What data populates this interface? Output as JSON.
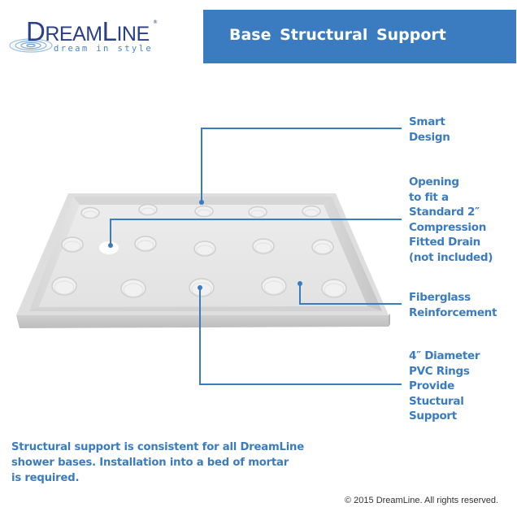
{
  "brand": {
    "name_parts": [
      "D",
      "REAM",
      "L",
      "INE"
    ],
    "registered_mark": "®",
    "tagline": "dream in style"
  },
  "banner": {
    "title": "Base Structural Support",
    "color": "#3b7bbf"
  },
  "callouts": [
    {
      "id": "smart-design",
      "lines": [
        "Smart",
        "Design"
      ]
    },
    {
      "id": "drain-opening",
      "lines": [
        "Opening",
        "to fit a",
        "Standard 2″",
        "Compression",
        "Fitted Drain",
        "(not included)"
      ]
    },
    {
      "id": "fiberglass",
      "lines": [
        "Fiberglass",
        "Reinforcement"
      ]
    },
    {
      "id": "pvc-rings",
      "lines": [
        "4″ Diameter",
        "PVC Rings",
        "Provide",
        "Stuctural",
        "Support"
      ]
    }
  ],
  "note": {
    "lines": [
      "Structural support is consistent for all DreamLine",
      "shower bases. Installation into a bed of mortar",
      "is required."
    ]
  },
  "copyright": "© 2015 DreamLine. All rights reserved.",
  "colors": {
    "accent_blue": "#3b7bbf",
    "logo_navy": "#2b3f86",
    "logo_light_blue": "#4a84c4"
  }
}
